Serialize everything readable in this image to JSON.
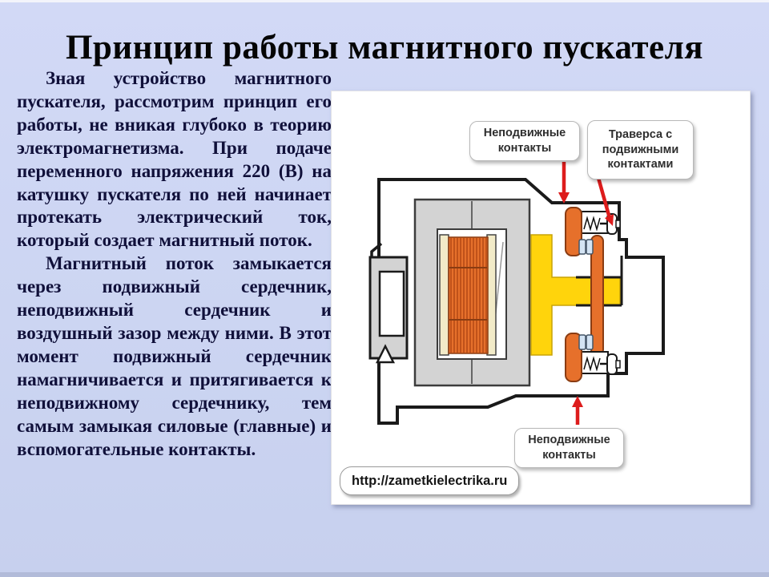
{
  "slide": {
    "title": "Принцип работы магнитного пускателя",
    "background_color": "#ccd5f2",
    "title_color": "#050505",
    "text_color": "#10103a"
  },
  "body": {
    "paragraphs": [
      "Зная устройство магнитного пускателя, рассмотрим принцип его работы, не вникая глубоко в теорию электромагнетизма. При подаче переменного напряжения 220 (В) на катушку пускателя по ней начинает протекать электрический ток, который создает магнитный поток.",
      "Магнитный поток замыкается через подвижный сердечник, неподвижный сердечник и воздушный зазор между ними. В этот момент подвижный сердечник намагничивается и притягивается к неподвижному сердечнику, тем самым замыкая силовые (главные) и вспомогательные контакты."
    ]
  },
  "diagram": {
    "callouts": {
      "fixed_contacts_top": "Неподвижные контакты",
      "traverse_with_movable_contacts": "Траверса с подвижными контактами",
      "fixed_contacts_bottom": "Неподвижные контакты"
    },
    "watermark_url": "http://zametkielectrika.ru",
    "colors": {
      "outline_black": "#1a1a1a",
      "core_gray": "#d3d3d3",
      "coil_orange": "#e6702b",
      "coil_stripe": "#c0521a",
      "bobbin_cream": "#f2ebc8",
      "traverse_yellow": "#ffd40c",
      "contact_orange": "#e6702b",
      "contact_outline": "#8a3c12",
      "contact_pad_blue": "#d4e4f4",
      "arrow_red": "#dd1c1c"
    }
  }
}
